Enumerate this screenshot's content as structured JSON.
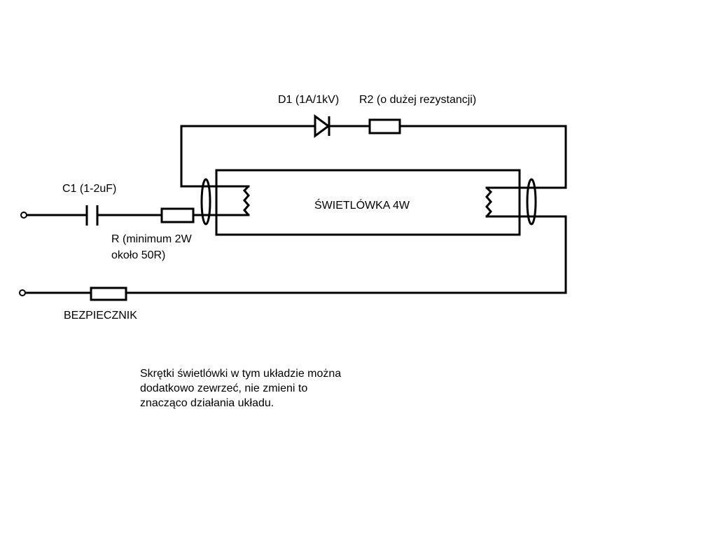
{
  "labels": {
    "diode": "D1 (1A/1kV)",
    "r2": "R2 (o dużej rezystancji)",
    "capacitor": "C1 (1-2uF)",
    "lamp": "ŚWIETLÓWKA 4W",
    "resistor_line1": "R (minimum 2W",
    "resistor_line2": "około 50R)",
    "fuse": "BEZPIECZNIK"
  },
  "note": {
    "lines": [
      "Skrętki świetlówki w tym układzie można",
      "dodatkowo zewrzeć, nie zmieni to",
      "znacząco działania układu."
    ]
  }
}
